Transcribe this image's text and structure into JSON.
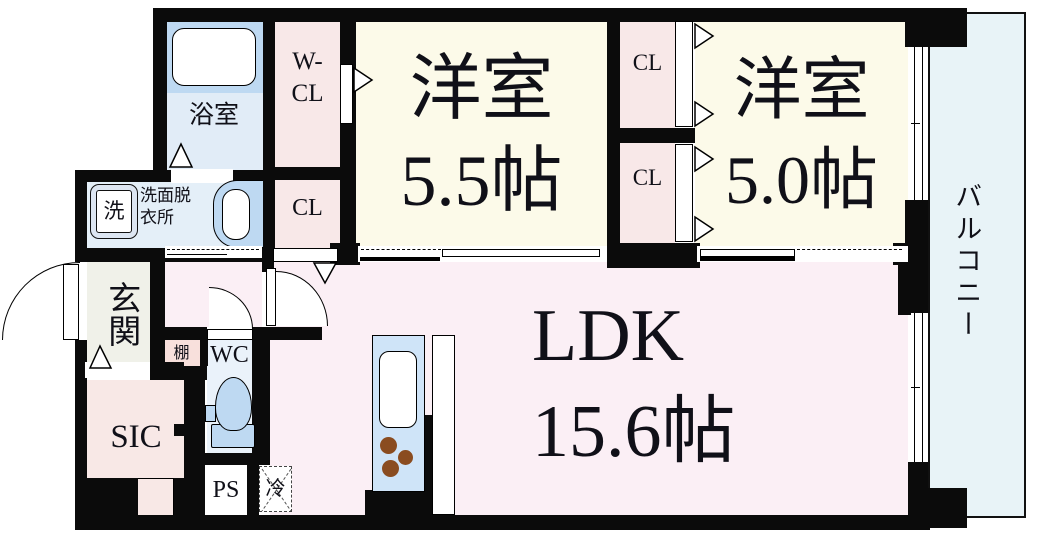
{
  "plan": {
    "bedroom1": {
      "name": "洋室",
      "size": "5.5帖"
    },
    "bedroom2": {
      "name": "洋室",
      "size": "5.0帖"
    },
    "ldk": {
      "name": "LDK",
      "size": "15.6帖"
    },
    "balcony": {
      "name": "バルコニー"
    },
    "bathroom": {
      "name": "浴室"
    },
    "washroom": {
      "lines": [
        "洗面脱",
        "衣所"
      ]
    },
    "entrance": {
      "name": "玄関"
    },
    "sic": {
      "name": "SIC"
    },
    "wc": {
      "name": "WC"
    },
    "labels": {
      "wcl_lines": [
        "W-",
        "CL"
      ],
      "closet": "CL",
      "washer": "洗",
      "pipe_space": "PS",
      "fridge": "冷",
      "shelf": "棚"
    },
    "colors": {
      "wall": "#0b0b0b",
      "western_room_cream": "#fcfae9",
      "closet_pink": "#f8e8e8",
      "ldk_pink": "#fbeff5",
      "water_area_blue": "#e4eff8",
      "fixture_blue": "#bed9f2",
      "kitchen_counter_blue": "#cfe4f8",
      "balcony_blue": "#e8f3f7",
      "entrance_gray": "#f0f1e9",
      "burner_brown": "#8a4c20"
    }
  }
}
